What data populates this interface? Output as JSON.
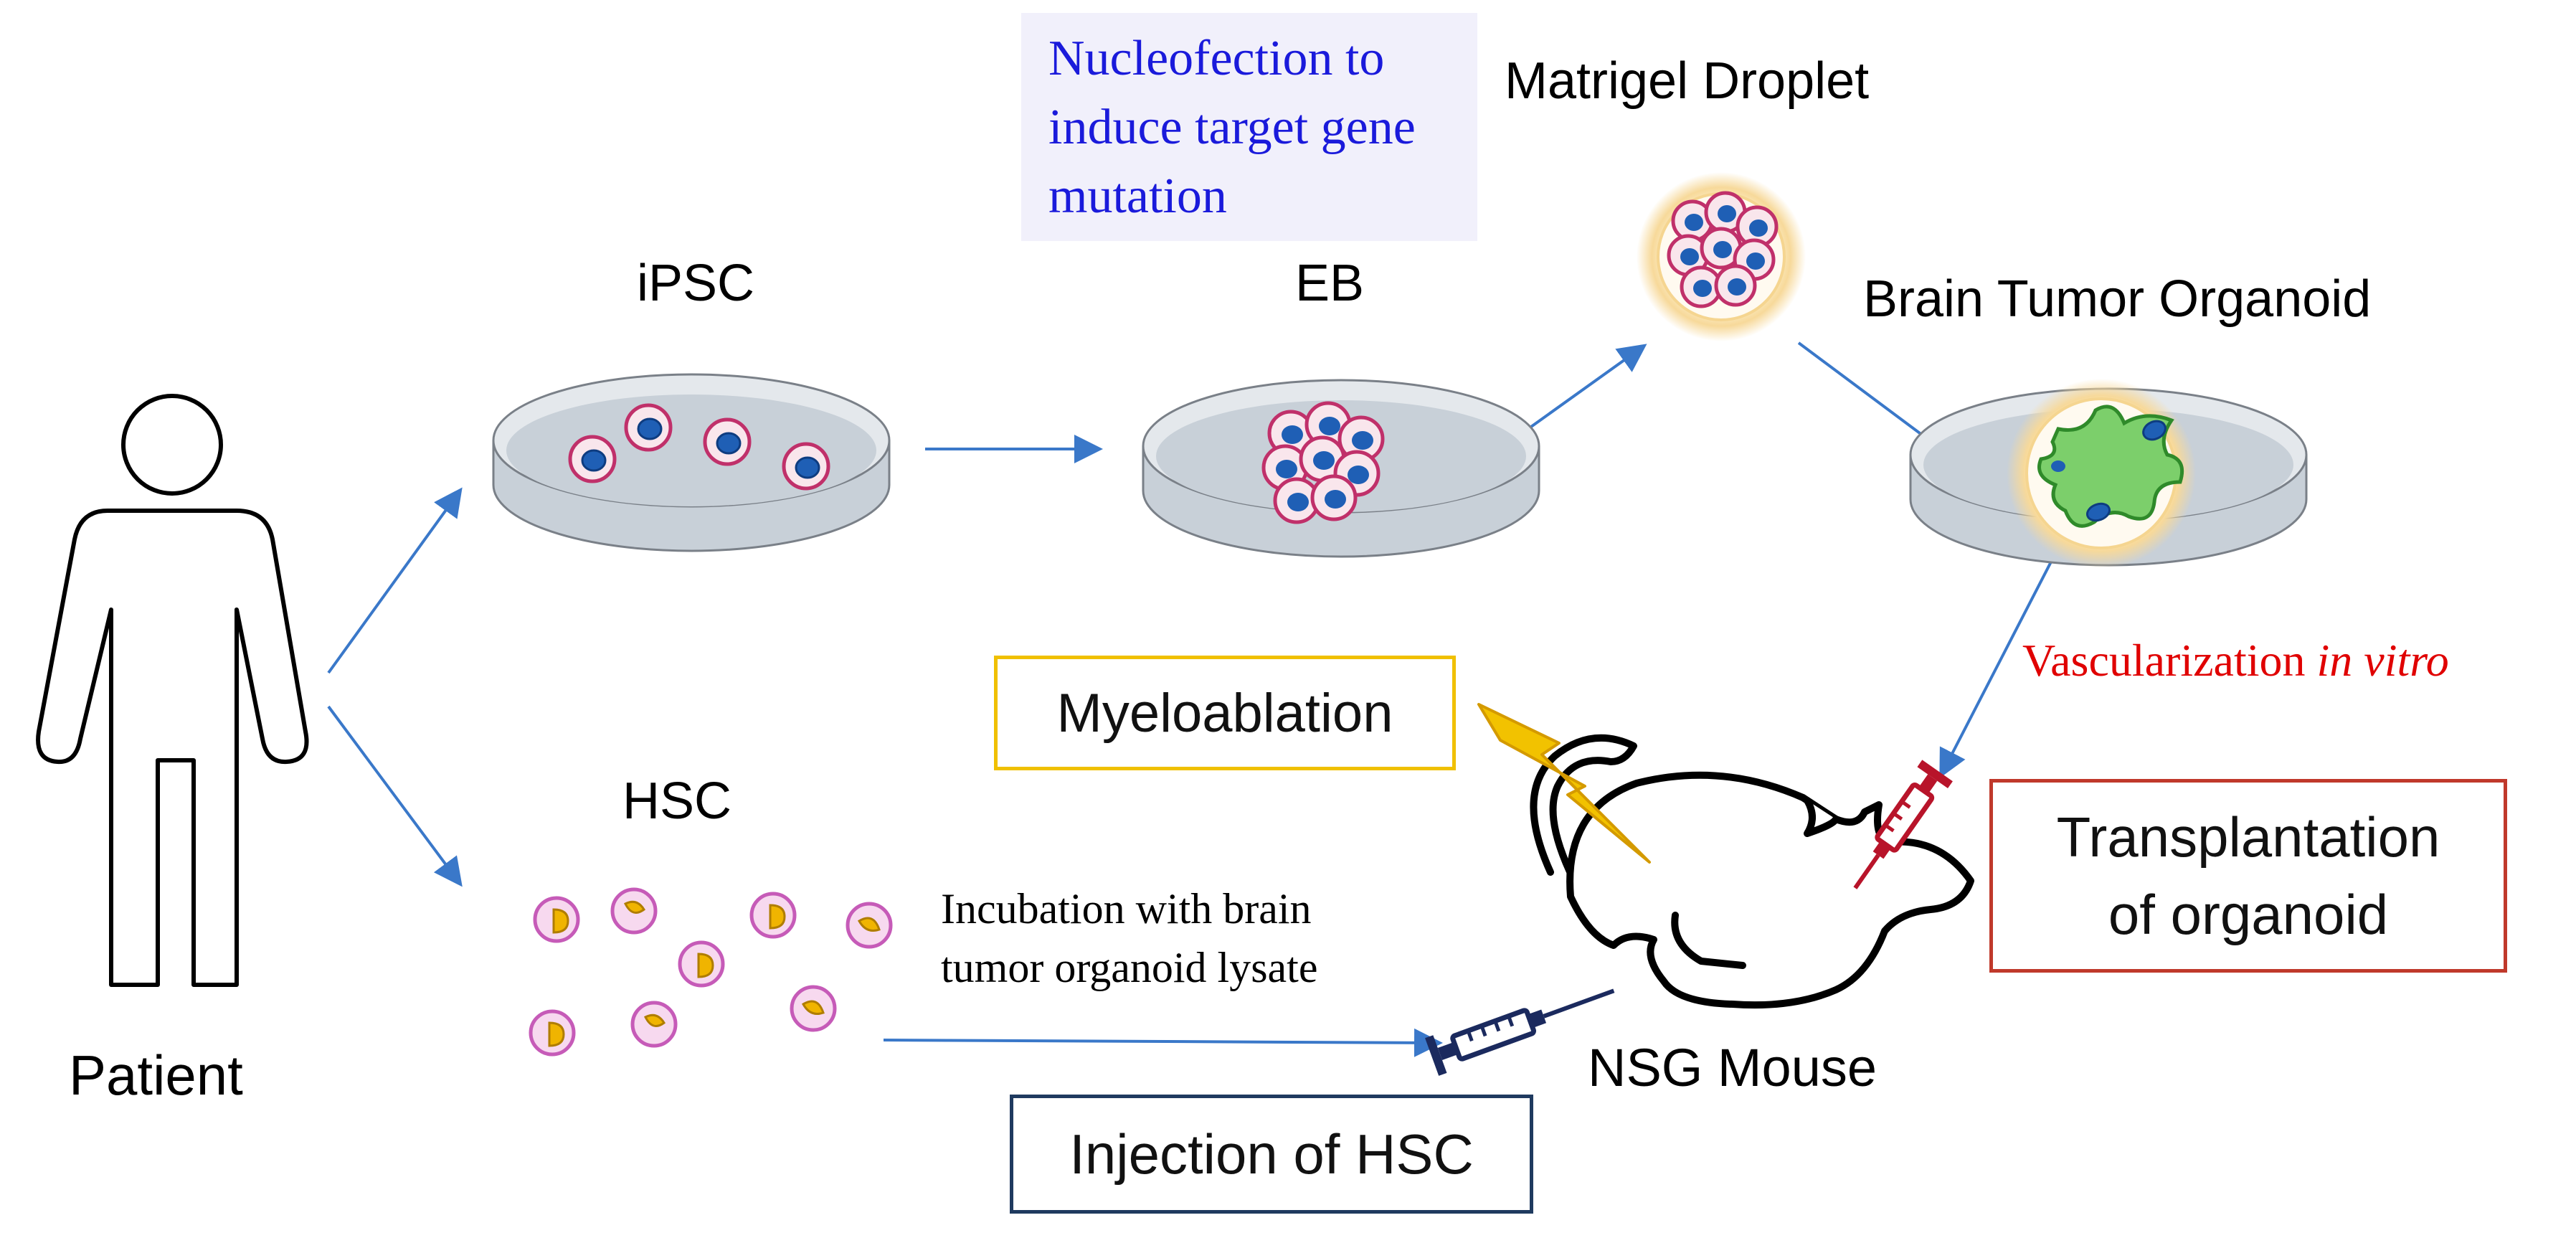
{
  "labels": {
    "patient": "Patient",
    "ipsc": "iPSC",
    "eb": "EB",
    "hsc": "HSC",
    "matrigel": "Matrigel Droplet",
    "organoid": "Brain Tumor Organoid",
    "nsg": "NSG Mouse",
    "incubation_line1": "Incubation with brain",
    "incubation_line2": "tumor organoid lysate",
    "vascularization": "Vascularization ",
    "vascularization_italic": "in vitro",
    "nucleofection_line1": "Nucleofection to",
    "nucleofection_line2": "induce target gene",
    "nucleofection_line3": "mutation"
  },
  "boxes": {
    "myeloablation": "Myeloablation",
    "injection": "Injection of HSC",
    "transplant_line1": "Transplantation",
    "transplant_line2": "of organoid"
  },
  "colors": {
    "arrow": "#3a78c9",
    "dish_fill": "#c8d0d8",
    "dish_rim": "#e4e8ec",
    "dish_stroke": "#7a8088",
    "cell_ring": "#c0306a",
    "nucleus": "#1f5fb5",
    "hsc_ring": "#c65bb8",
    "hsc_nucleus": "#f0b400",
    "organoid_green": "#7ccf6b",
    "glow": "#f7d99a",
    "box_yellow": "#f0c000",
    "box_red": "#c0392b",
    "box_navy": "#1f3a5f",
    "text_red": "#e00000",
    "text_blue": "#1a1adb",
    "nucleofection_bg": "#f1f0fb",
    "syringe_navy": "#1b2a5e",
    "syringe_red": "#b8142a",
    "lightning": "#f2c200"
  }
}
